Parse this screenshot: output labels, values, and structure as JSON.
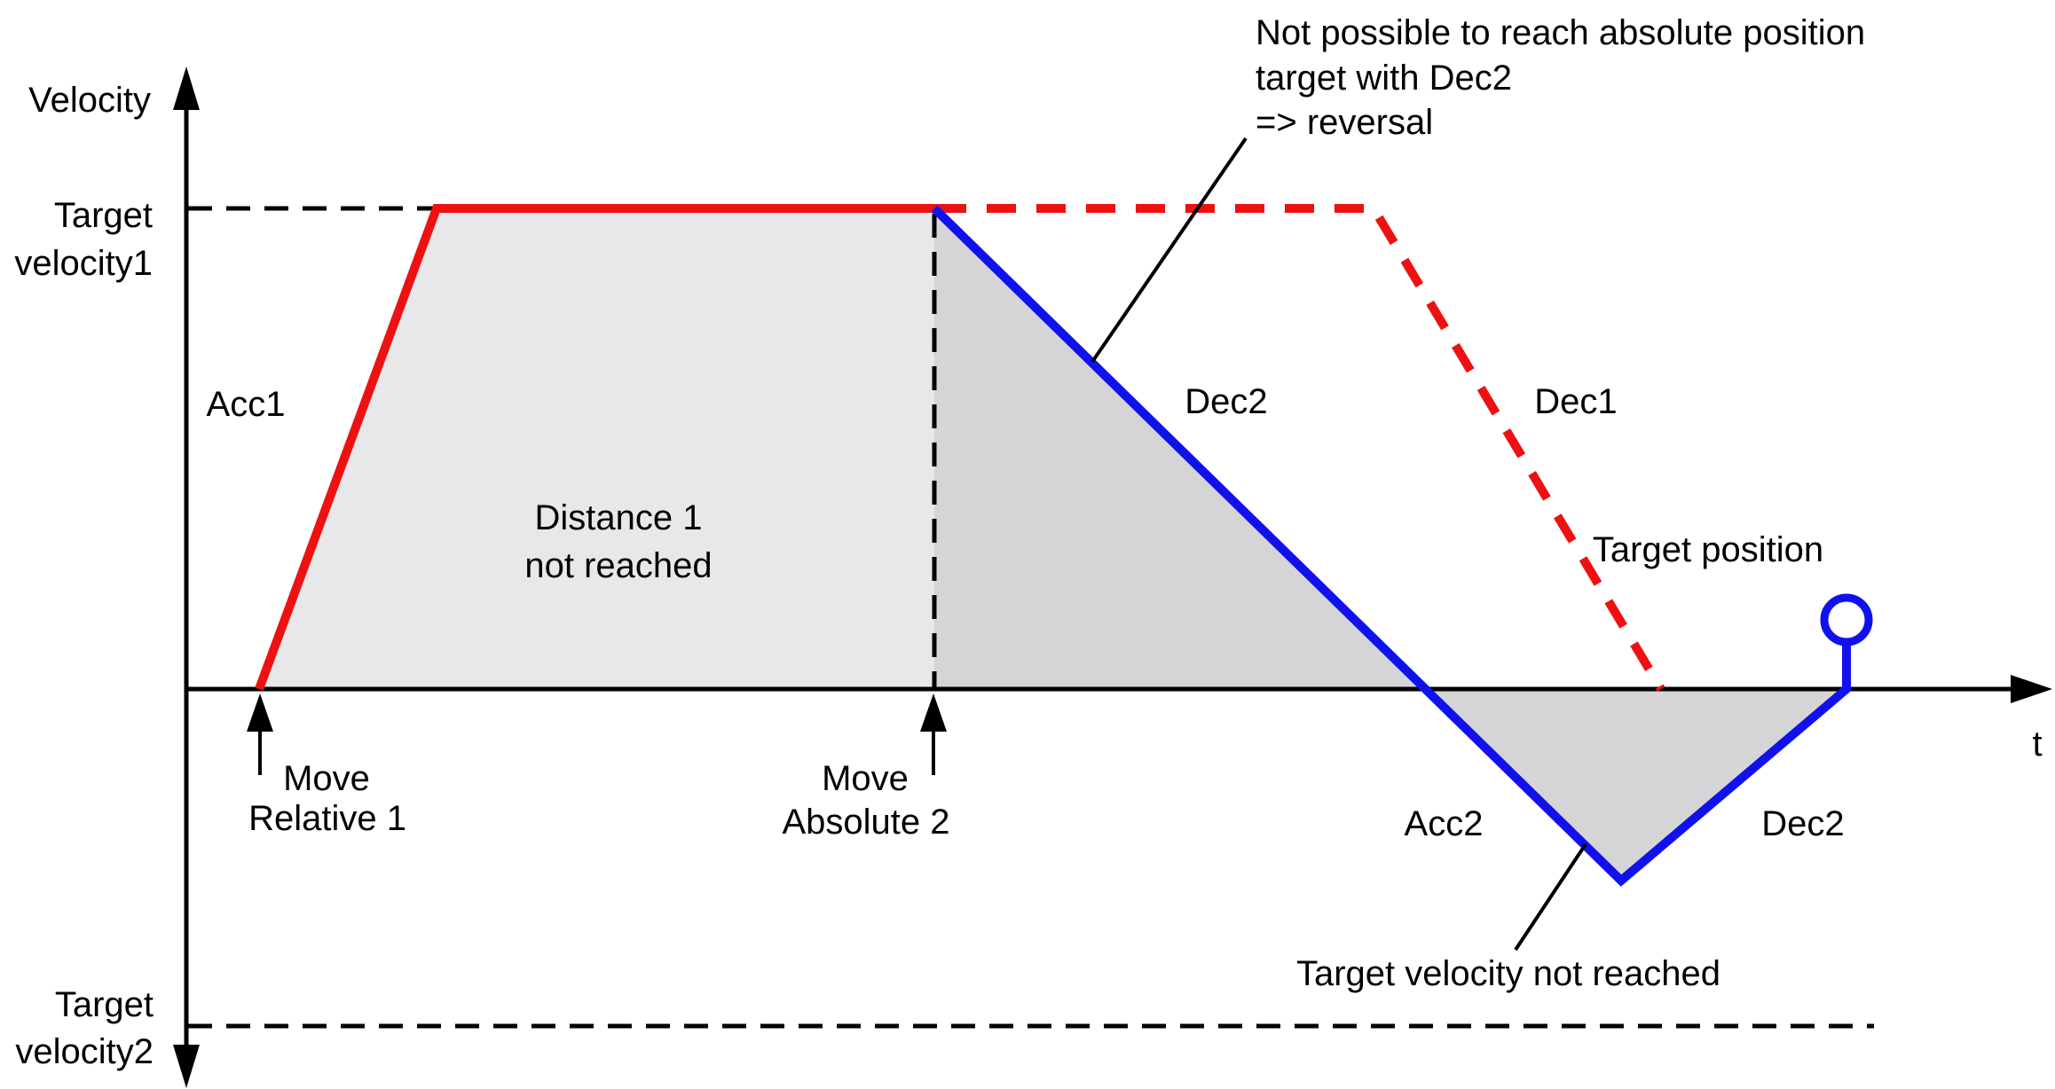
{
  "title": "Velocity profile - MoveRelative followed by MoveAbsolute with reversal",
  "colors": {
    "red": "#ee1111",
    "blue": "#1111ee",
    "black": "#000000",
    "fill_light": "#e8e8eb",
    "fill_dark": "#d5d5d7",
    "background": "#ffffff"
  },
  "axes": {
    "y_label": "Velocity",
    "x_label": "t"
  },
  "levels": {
    "target_velocity1_line1": "Target",
    "target_velocity1_line2": "velocity1",
    "target_velocity2_line1": "Target",
    "target_velocity2_line2": "velocity2"
  },
  "segments": {
    "acc1": "Acc1",
    "dec2_upper": "Dec2",
    "dec1": "Dec1",
    "acc2": "Acc2",
    "dec2_lower": "Dec2"
  },
  "regions": {
    "distance_line1": "Distance 1",
    "distance_line2": "not reached"
  },
  "events": {
    "move_relative_line1": "Move",
    "move_relative_line2": "Relative 1",
    "move_absolute_line1": "Move",
    "move_absolute_line2": "Absolute 2"
  },
  "annotations": {
    "reversal_line1": "Not possible to reach absolute position",
    "reversal_line2": "target with Dec2",
    "reversal_line3": "=> reversal",
    "target_position": "Target position",
    "velocity_not_reached": "Target velocity not reached"
  }
}
